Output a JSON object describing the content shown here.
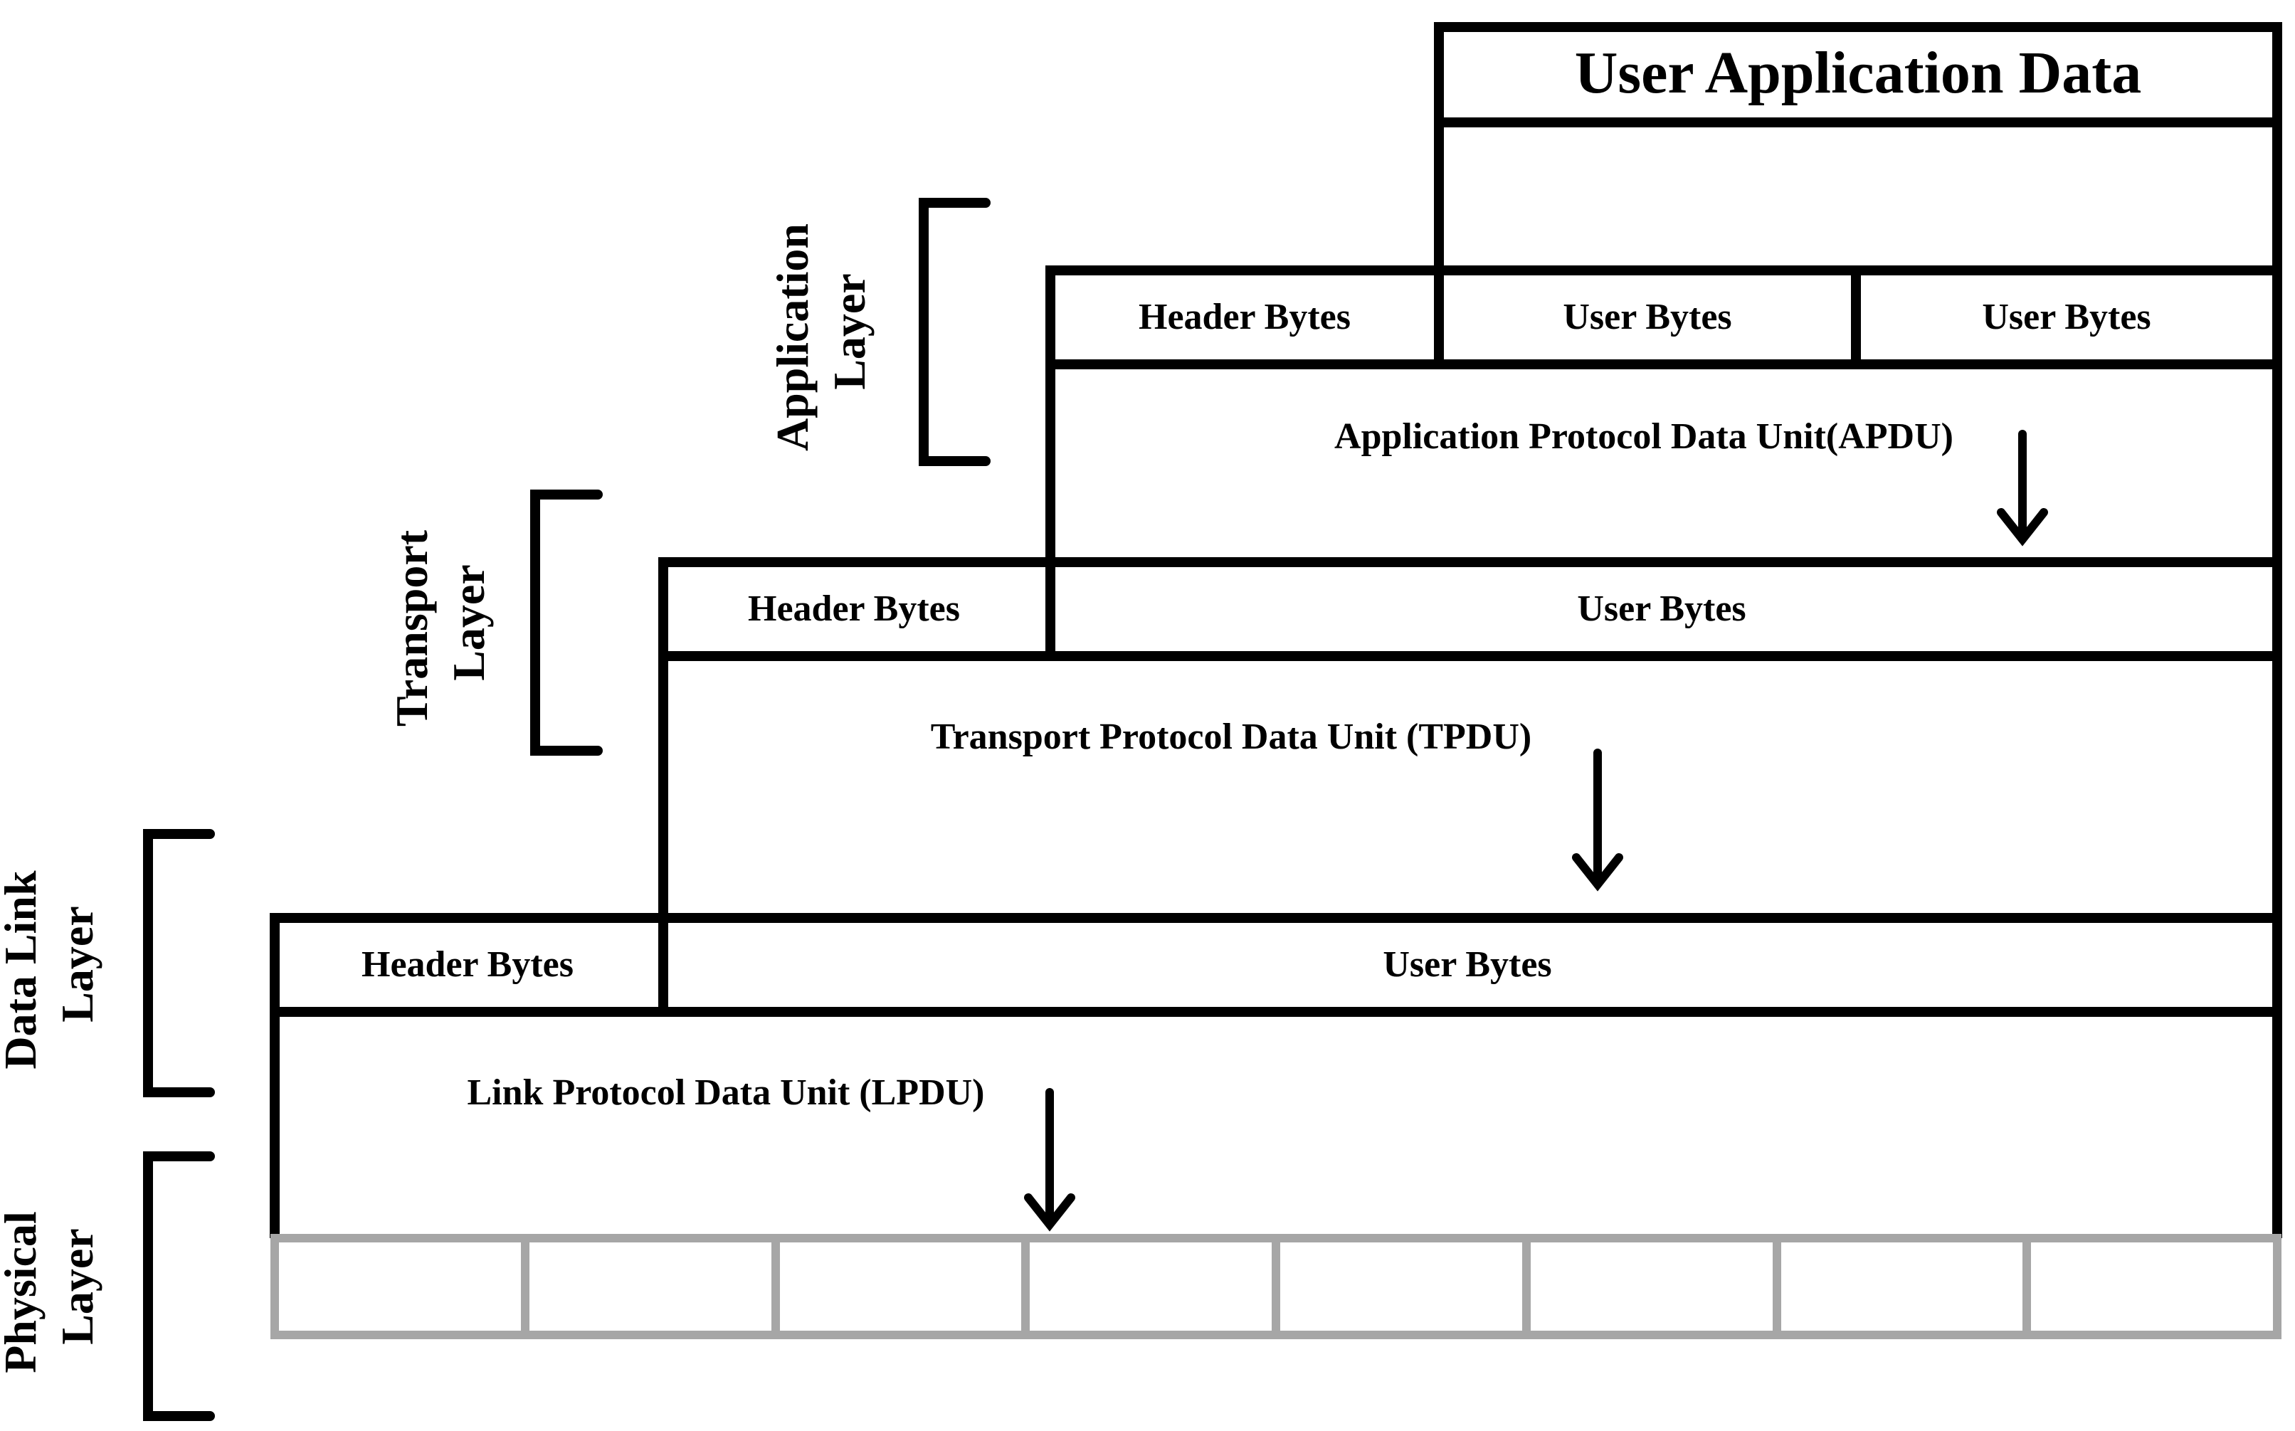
{
  "title": "User Application Data",
  "application": {
    "header": "Header Bytes",
    "user1": "User Bytes",
    "user2": "User Bytes",
    "pdu": "Application Protocol Data Unit(APDU)"
  },
  "transport": {
    "header": "Header Bytes",
    "user": "User Bytes",
    "pdu": "Transport Protocol Data Unit (TPDU)"
  },
  "datalink": {
    "header": "Header Bytes",
    "user": "User Bytes",
    "pdu": "Link Protocol Data Unit (LPDU)"
  },
  "layers": {
    "application": [
      "Application",
      "Layer"
    ],
    "transport": [
      "Transport",
      "Layer"
    ],
    "datalink": [
      "Data Link",
      "Layer"
    ],
    "physical": [
      "Physical",
      "Layer"
    ]
  },
  "physical_cells": 8,
  "colors": {
    "line": "#000000",
    "physical": "#a6a6a6"
  }
}
